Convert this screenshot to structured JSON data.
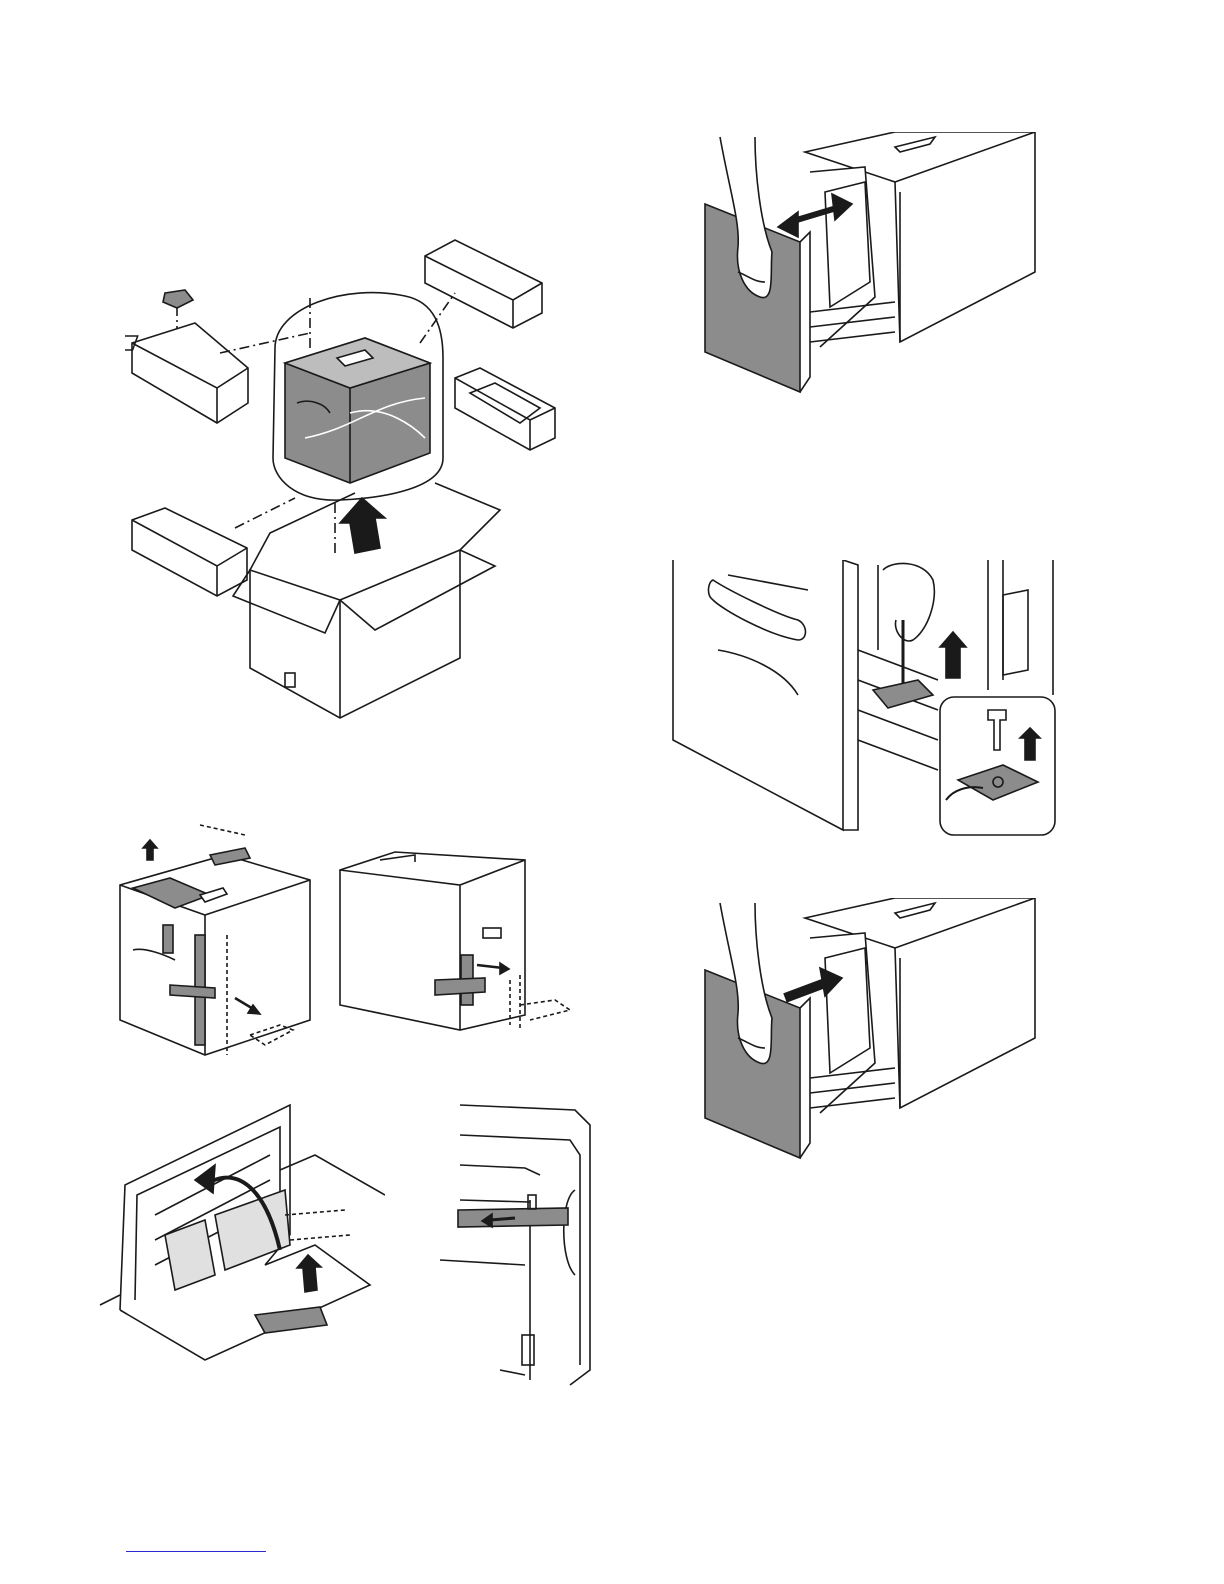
{
  "page": {
    "footer_link_text": ""
  },
  "figures": [
    {
      "name": "unpacking-box-figure",
      "icon": "unpack-box-illustration"
    },
    {
      "name": "remove-tape-exterior-figure",
      "icon": "remove-tape-illustration"
    },
    {
      "name": "open-cover-remove-tape-figure",
      "icon": "open-cover-illustration"
    },
    {
      "name": "side-tape-removal-figure",
      "icon": "side-tape-illustration"
    },
    {
      "name": "pull-out-tray-figure",
      "icon": "pull-tray-illustration"
    },
    {
      "name": "remove-screw-fixing-plate-figure",
      "icon": "screw-removal-illustration"
    },
    {
      "name": "push-in-tray-figure",
      "icon": "push-tray-illustration"
    }
  ],
  "colors": {
    "line": "#1a1a1a",
    "fill_gray": "#8c8c8c",
    "fill_light": "#bdbdbd",
    "link": "#2a2acf"
  }
}
